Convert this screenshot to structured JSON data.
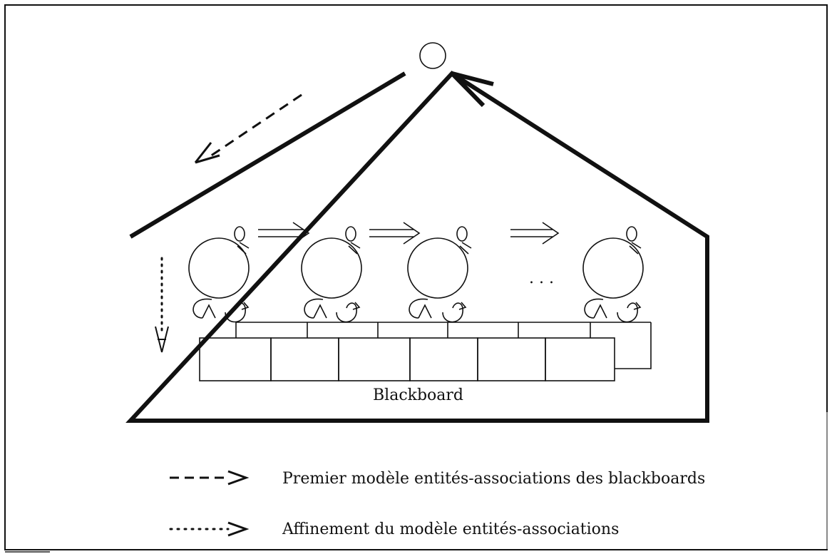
{
  "diagram": {
    "blackboard_label": "Blackboard",
    "ellipsis": ". . .",
    "agent_count": 4,
    "cell_count": 6
  },
  "legend": {
    "dashed": {
      "label": "Premier modèle entités-associations des blackboards",
      "style": "dashed"
    },
    "dotted": {
      "label": "Affinement du modèle entités-associations",
      "style": "dotted"
    }
  }
}
